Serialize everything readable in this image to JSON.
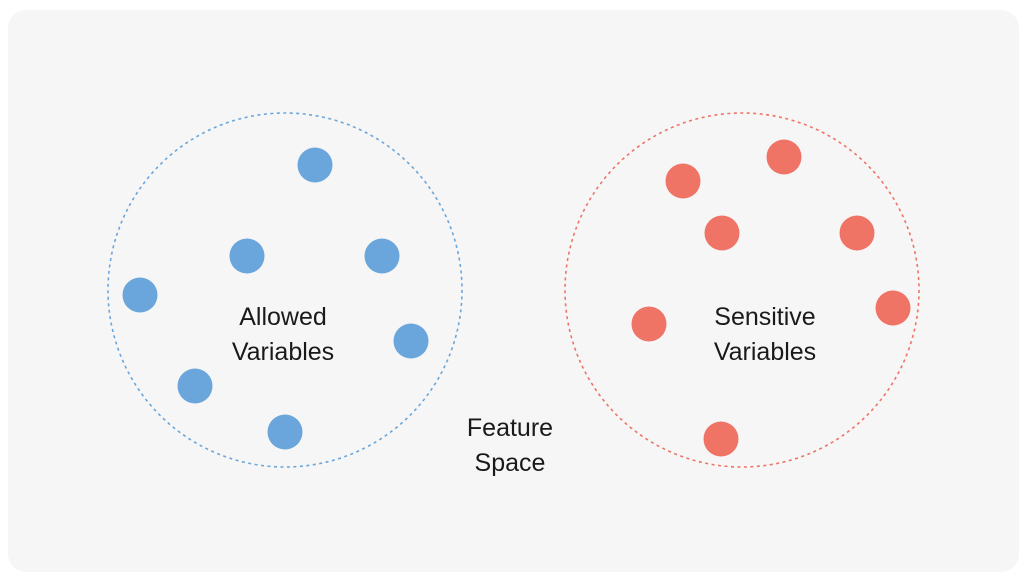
{
  "colors": {
    "background": "#f6f6f6",
    "allowed": "#6aa6db",
    "sensitive": "#ef7466",
    "text": "#1a1a1a"
  },
  "groups": {
    "allowed": {
      "line1": "Allowed",
      "line2": "Variables"
    },
    "sensitive": {
      "line1": "Sensitive",
      "line2": "Variables"
    }
  },
  "center_label": {
    "line1": "Feature",
    "line2": "Space"
  }
}
